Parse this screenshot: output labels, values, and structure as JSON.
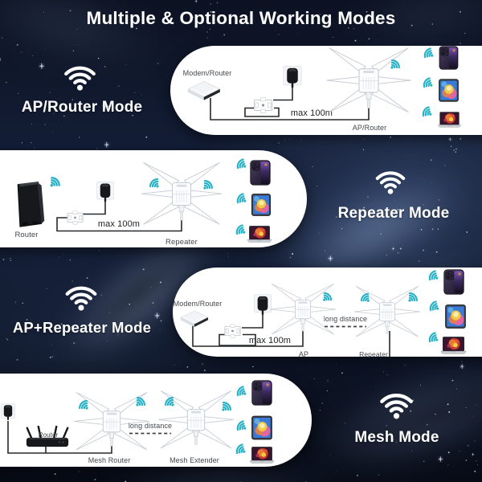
{
  "title": "Multiple & Optional Working Modes",
  "colors": {
    "background": "#0c1424",
    "banner": "#ffffff",
    "wifi_teal": "#27b2c6",
    "wifi_white": "#ffffff",
    "diagram_text": "#44484c",
    "wire": "#26282b"
  },
  "sections": [
    {
      "id": "ap-router",
      "mode_label": "AP/Router Mode",
      "mode_icon": "wifi-icon",
      "labels": {
        "source": "Modem/Router",
        "cable": "max 100m",
        "device": "AP/Router"
      },
      "clients": [
        "smartphone",
        "tablet",
        "laptop"
      ]
    },
    {
      "id": "repeater",
      "mode_label": "Repeater Mode",
      "mode_icon": "wifi-icon",
      "labels": {
        "source": "Router",
        "cable": "max 100m",
        "device": "Repeater"
      },
      "clients": [
        "smartphone",
        "tablet",
        "laptop"
      ]
    },
    {
      "id": "ap-repeater",
      "mode_label": "AP+Repeater Mode",
      "mode_icon": "wifi-icon",
      "labels": {
        "source": "Modem/Router",
        "cable": "max 100m",
        "device_a": "AP",
        "link": "long distance",
        "device_b": "Repeater"
      },
      "clients": [
        "smartphone",
        "tablet",
        "laptop"
      ]
    },
    {
      "id": "mesh",
      "mode_label": "Mesh Mode",
      "mode_icon": "wifi-icon",
      "labels": {
        "source": "Router",
        "link": "long distance",
        "device_a": "Mesh Router",
        "device_b": "Mesh Extender"
      },
      "clients": [
        "smartphone",
        "tablet",
        "laptop"
      ]
    }
  ]
}
